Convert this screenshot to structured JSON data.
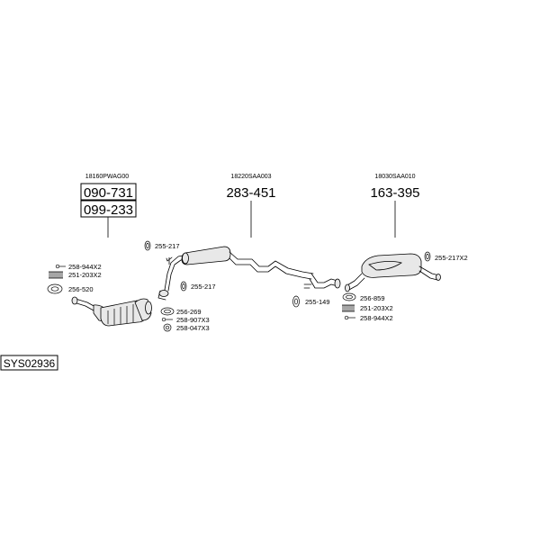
{
  "diagram": {
    "system_code": "SYS02936",
    "groups": {
      "front": {
        "oem": "18160PWAG00",
        "codes": [
          "090-731",
          "099-233"
        ]
      },
      "middle": {
        "oem": "18220SAA003",
        "code": "283-451"
      },
      "rear": {
        "oem": "18030SAA010",
        "code": "163-395"
      }
    },
    "parts": {
      "p255_217_top": "255-217",
      "p255_217_mid": "255-217",
      "p258_944x2_left": "258-944X2",
      "p251_203x2_left": "251-203X2",
      "p256_520": "256-520",
      "p256_269": "256-269",
      "p258_907x3": "258-907X3",
      "p258_047x3": "258-047X3",
      "p255_149": "255-149",
      "p256_859": "256-859",
      "p251_203x2_right": "251-203X2",
      "p258_944x2_right": "258-944X2",
      "p255_217x2": "255-217X2"
    }
  }
}
